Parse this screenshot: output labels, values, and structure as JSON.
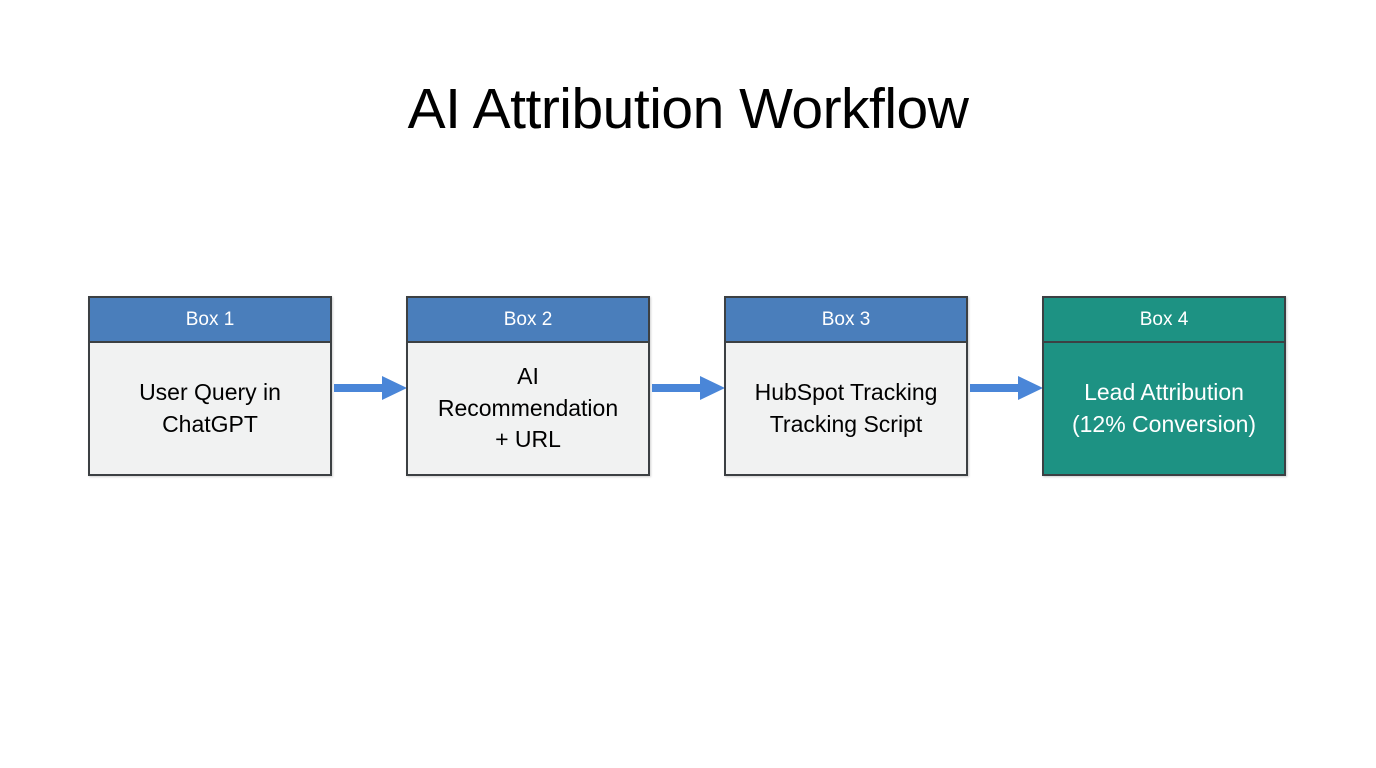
{
  "title": "AI Attribution Workflow",
  "colors": {
    "background": "#ffffff",
    "header_blue": "#4a7ebb",
    "header_teal": "#1d9283",
    "body_gray": "#f1f2f2",
    "border": "#3c4043",
    "arrow_blue": "#4a86d8",
    "title_text": "#000000",
    "header_text": "#ffffff"
  },
  "flow": {
    "nodes": [
      {
        "header": "Box 1",
        "body": "User Query in\nChatGPT",
        "variant": "blue"
      },
      {
        "header": "Box 2",
        "body": "AI\nRecommendation\n+ URL",
        "variant": "blue"
      },
      {
        "header": "Box 3",
        "body": "HubSpot Tracking\nTracking Script",
        "variant": "blue"
      },
      {
        "header": "Box 4",
        "body": "Lead Attribution\n(12% Conversion)",
        "variant": "teal"
      }
    ],
    "connectors": [
      {
        "name": "arrow-box1-to-box2"
      },
      {
        "name": "arrow-box2-to-box3"
      },
      {
        "name": "arrow-box3-to-box4"
      }
    ]
  }
}
